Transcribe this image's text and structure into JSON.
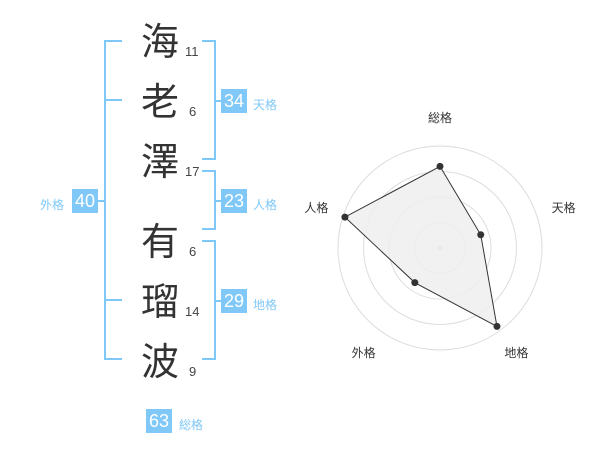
{
  "name": {
    "characters": [
      {
        "char": "海",
        "strokes": "11"
      },
      {
        "char": "老",
        "strokes": "6"
      },
      {
        "char": "澤",
        "strokes": "17"
      },
      {
        "char": "有",
        "strokes": "6"
      },
      {
        "char": "瑠",
        "strokes": "14"
      },
      {
        "char": "波",
        "strokes": "9"
      }
    ]
  },
  "fortunes": {
    "tenkaku": {
      "value": "34",
      "label": "天格"
    },
    "jinkaku": {
      "value": "23",
      "label": "人格"
    },
    "chikaku": {
      "value": "29",
      "label": "地格"
    },
    "gaikaku": {
      "value": "40",
      "label": "外格"
    },
    "soukaku": {
      "value": "63",
      "label": "総格"
    }
  },
  "radar": {
    "axes": [
      "総格",
      "天格",
      "地格",
      "外格",
      "人格"
    ],
    "values": [
      0.8,
      0.42,
      0.95,
      0.42,
      0.98
    ],
    "colors": {
      "fill": "#eeeeee",
      "line": "#333333",
      "grid": "#dddddd",
      "accent": "#7fc8f8"
    }
  }
}
